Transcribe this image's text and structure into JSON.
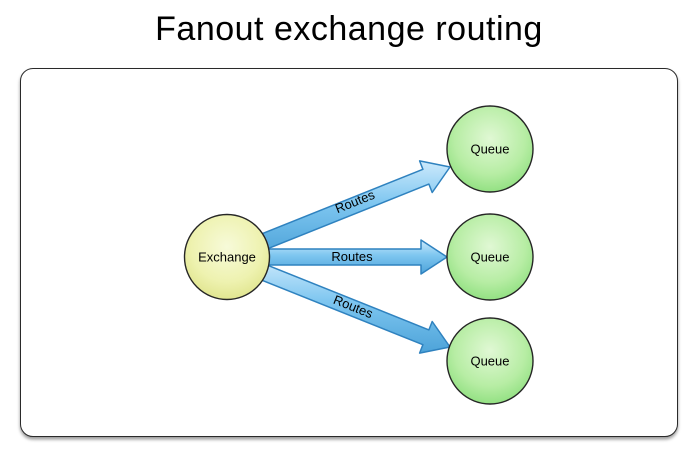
{
  "title": "Fanout exchange routing",
  "diagram": {
    "exchange": {
      "label": "Exchange"
    },
    "queues": [
      {
        "label": "Queue"
      },
      {
        "label": "Queue"
      },
      {
        "label": "Queue"
      }
    ],
    "routes": [
      {
        "label": "Routes"
      },
      {
        "label": "Routes"
      },
      {
        "label": "Routes"
      }
    ],
    "colors": {
      "background": "#ffffff",
      "title_color": "#000000",
      "panel_border": "#2a2a2a",
      "node_stroke": "#262626",
      "exchange_center": "#f7fad9",
      "exchange_mid": "#eef2b0",
      "exchange_edge": "#d9de7c",
      "queue_center": "#e0f8d4",
      "queue_mid": "#b7eda4",
      "queue_edge": "#7cd96e",
      "arrow_light": "#cdeafc",
      "arrow_mid": "#7ec6f0",
      "arrow_dark": "#4da3d9",
      "arrow_stroke": "#2f82bf",
      "label_color": "#000000"
    }
  }
}
